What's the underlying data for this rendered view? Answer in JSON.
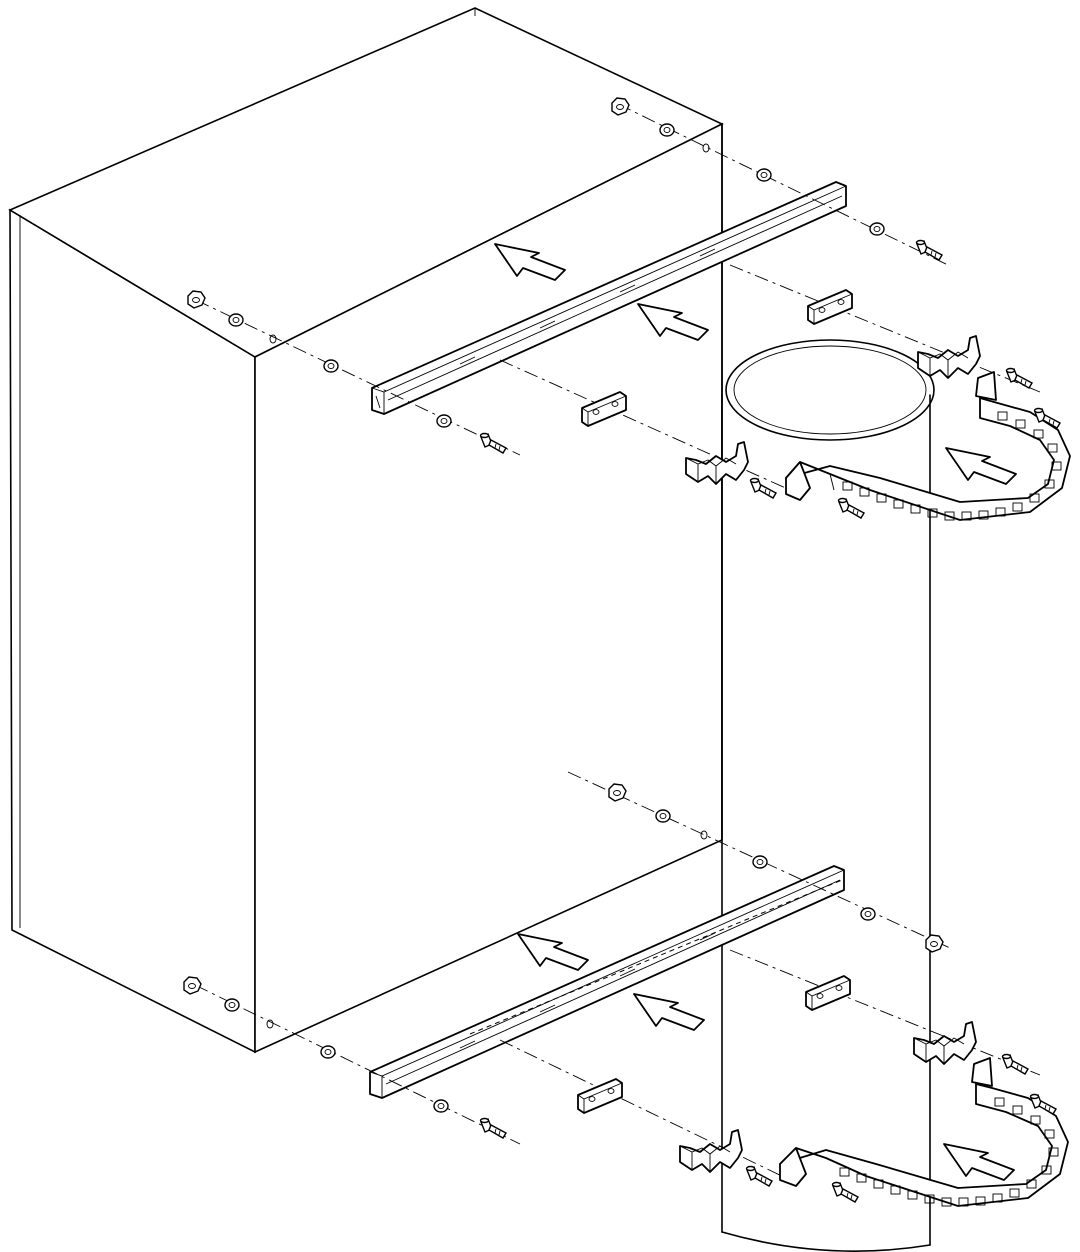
{
  "drawing": {
    "parts": [
      {
        "kind": "enclosure",
        "name": "wall-enclosure"
      },
      {
        "kind": "pole",
        "name": "mounting-pole"
      },
      {
        "kind": "rail",
        "name": "upper-mounting-rail"
      },
      {
        "kind": "rail",
        "name": "lower-mounting-rail"
      },
      {
        "kind": "strap",
        "name": "upper-perforated-band-clamp"
      },
      {
        "kind": "strap",
        "name": "lower-perforated-band-clamp"
      }
    ],
    "fastener_sets": 8,
    "direction_arrows": 6
  }
}
